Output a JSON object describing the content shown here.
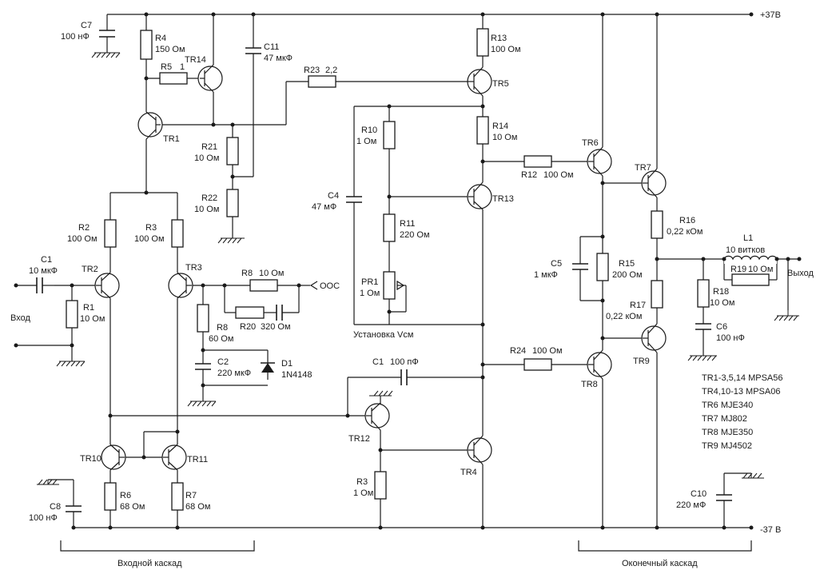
{
  "rails": {
    "positive": "+37В",
    "negative": "-37 В"
  },
  "labels": {
    "c7": {
      "name": "C7",
      "value": "100 нФ"
    },
    "r4": {
      "name": "R4",
      "value": "150 Ом"
    },
    "r5": {
      "name": "R5",
      "value": "1"
    },
    "tr14": {
      "name": "TR14"
    },
    "c11": {
      "name": "C11",
      "value": "47 мкФ"
    },
    "r23": {
      "name": "R23",
      "value": "2,2"
    },
    "r13": {
      "name": "R13",
      "value": "100 Ом"
    },
    "tr5": {
      "name": "TR5"
    },
    "tr1": {
      "name": "TR1"
    },
    "r21": {
      "name": "R21",
      "value": "10 Ом"
    },
    "r22": {
      "name": "R22",
      "value": "10 Ом"
    },
    "r10": {
      "name": "R10",
      "value": "1 Ом"
    },
    "r14": {
      "name": "R14",
      "value": "10 Ом"
    },
    "tr6": {
      "name": "TR6"
    },
    "r12": {
      "name": "R12",
      "value": "100 Ом"
    },
    "tr7": {
      "name": "TR7"
    },
    "c4": {
      "name": "C4",
      "value": "47 мФ"
    },
    "tr13": {
      "name": "TR13"
    },
    "r11": {
      "name": "R11",
      "value": "220 Ом"
    },
    "r16": {
      "name": "R16",
      "value": "0,22 кОм"
    },
    "r2": {
      "name": "R2",
      "value": "100 Ом"
    },
    "r3": {
      "name": "R3",
      "value": "100 Ом"
    },
    "tr3": {
      "name": "TR3"
    },
    "tr2": {
      "name": "TR2"
    },
    "c1": {
      "name": "C1",
      "value": "10 мкФ"
    },
    "r8top": {
      "name": "R8",
      "value": "10 Ом"
    },
    "ooc": "ООС",
    "r1": {
      "name": "R1",
      "value": "10 Ом"
    },
    "input": "Вход",
    "pr1": {
      "name": "PR1",
      "value": "1 Ом"
    },
    "r20": {
      "name": "R20",
      "value": "320 Ом"
    },
    "r8": {
      "name": "R8",
      "value": "60 Ом"
    },
    "vcm": "Установка Vcм",
    "c5": {
      "name": "C5",
      "value": "1 мкФ"
    },
    "r15": {
      "name": "R15",
      "value": "200 Ом"
    },
    "l1": {
      "name": "L1",
      "value": "10 витков"
    },
    "r19": {
      "name": "R19",
      "value": "10 Ом"
    },
    "output": "Выход",
    "r18": {
      "name": "R18",
      "value": "10 Ом"
    },
    "r17": {
      "name": "R17",
      "value": "0,22 кОм"
    },
    "c6": {
      "name": "C6",
      "value": "100 нФ"
    },
    "tr9": {
      "name": "TR9"
    },
    "c2": {
      "name": "C2",
      "value": "220 мкФ"
    },
    "d1": {
      "name": "D1",
      "value": "1N4148"
    },
    "c1b": {
      "name": "C1",
      "value": "100 пФ"
    },
    "r24": {
      "name": "R24",
      "value": "100 Ом"
    },
    "tr8": {
      "name": "TR8"
    },
    "tr12": {
      "name": "TR12"
    },
    "tr10": {
      "name": "TR10"
    },
    "tr11": {
      "name": "TR11"
    },
    "tr4": {
      "name": "TR4"
    },
    "c8": {
      "name": "C8",
      "value": "100 нФ"
    },
    "r6": {
      "name": "R6",
      "value": "68 Ом"
    },
    "r7": {
      "name": "R7",
      "value": "68 Ом"
    },
    "r3b": {
      "name": "R3",
      "value": "1 Ом"
    },
    "c10": {
      "name": "C10",
      "value": "220 мФ"
    }
  },
  "parts_list": [
    "TR1-3,5,14 MPSA56",
    "TR4,10-13 MPSA06",
    "TR6 MJE340",
    "TR7 MJ802",
    "TR8 MJE350",
    "TR9 MJ4502"
  ],
  "sections": {
    "input_stage": "Входной каскад",
    "output_stage": "Оконечный каскад"
  }
}
